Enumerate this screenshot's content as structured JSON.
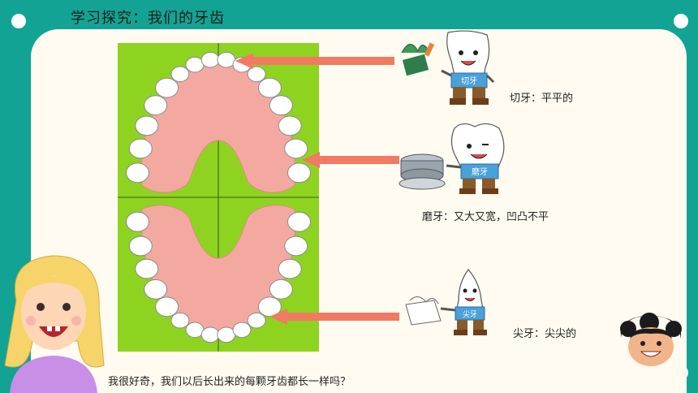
{
  "title": "学习探究：我们的牙齿",
  "labels": {
    "incisor": "切牙：平平的",
    "molar": "磨牙：又大又宽，凹凸不平",
    "canine": "尖牙：尖尖的"
  },
  "character_signs": {
    "incisor": "切牙",
    "molar": "磨牙",
    "canine": "尖牙"
  },
  "question": "我很好奇，我们以后长出来的每颗牙齿都长一样吗？",
  "colors": {
    "background": "#13a394",
    "card": "#fffbf0",
    "panel": "#8fd321",
    "gum": "#f4a9a0",
    "arrow": "#f07a62"
  }
}
